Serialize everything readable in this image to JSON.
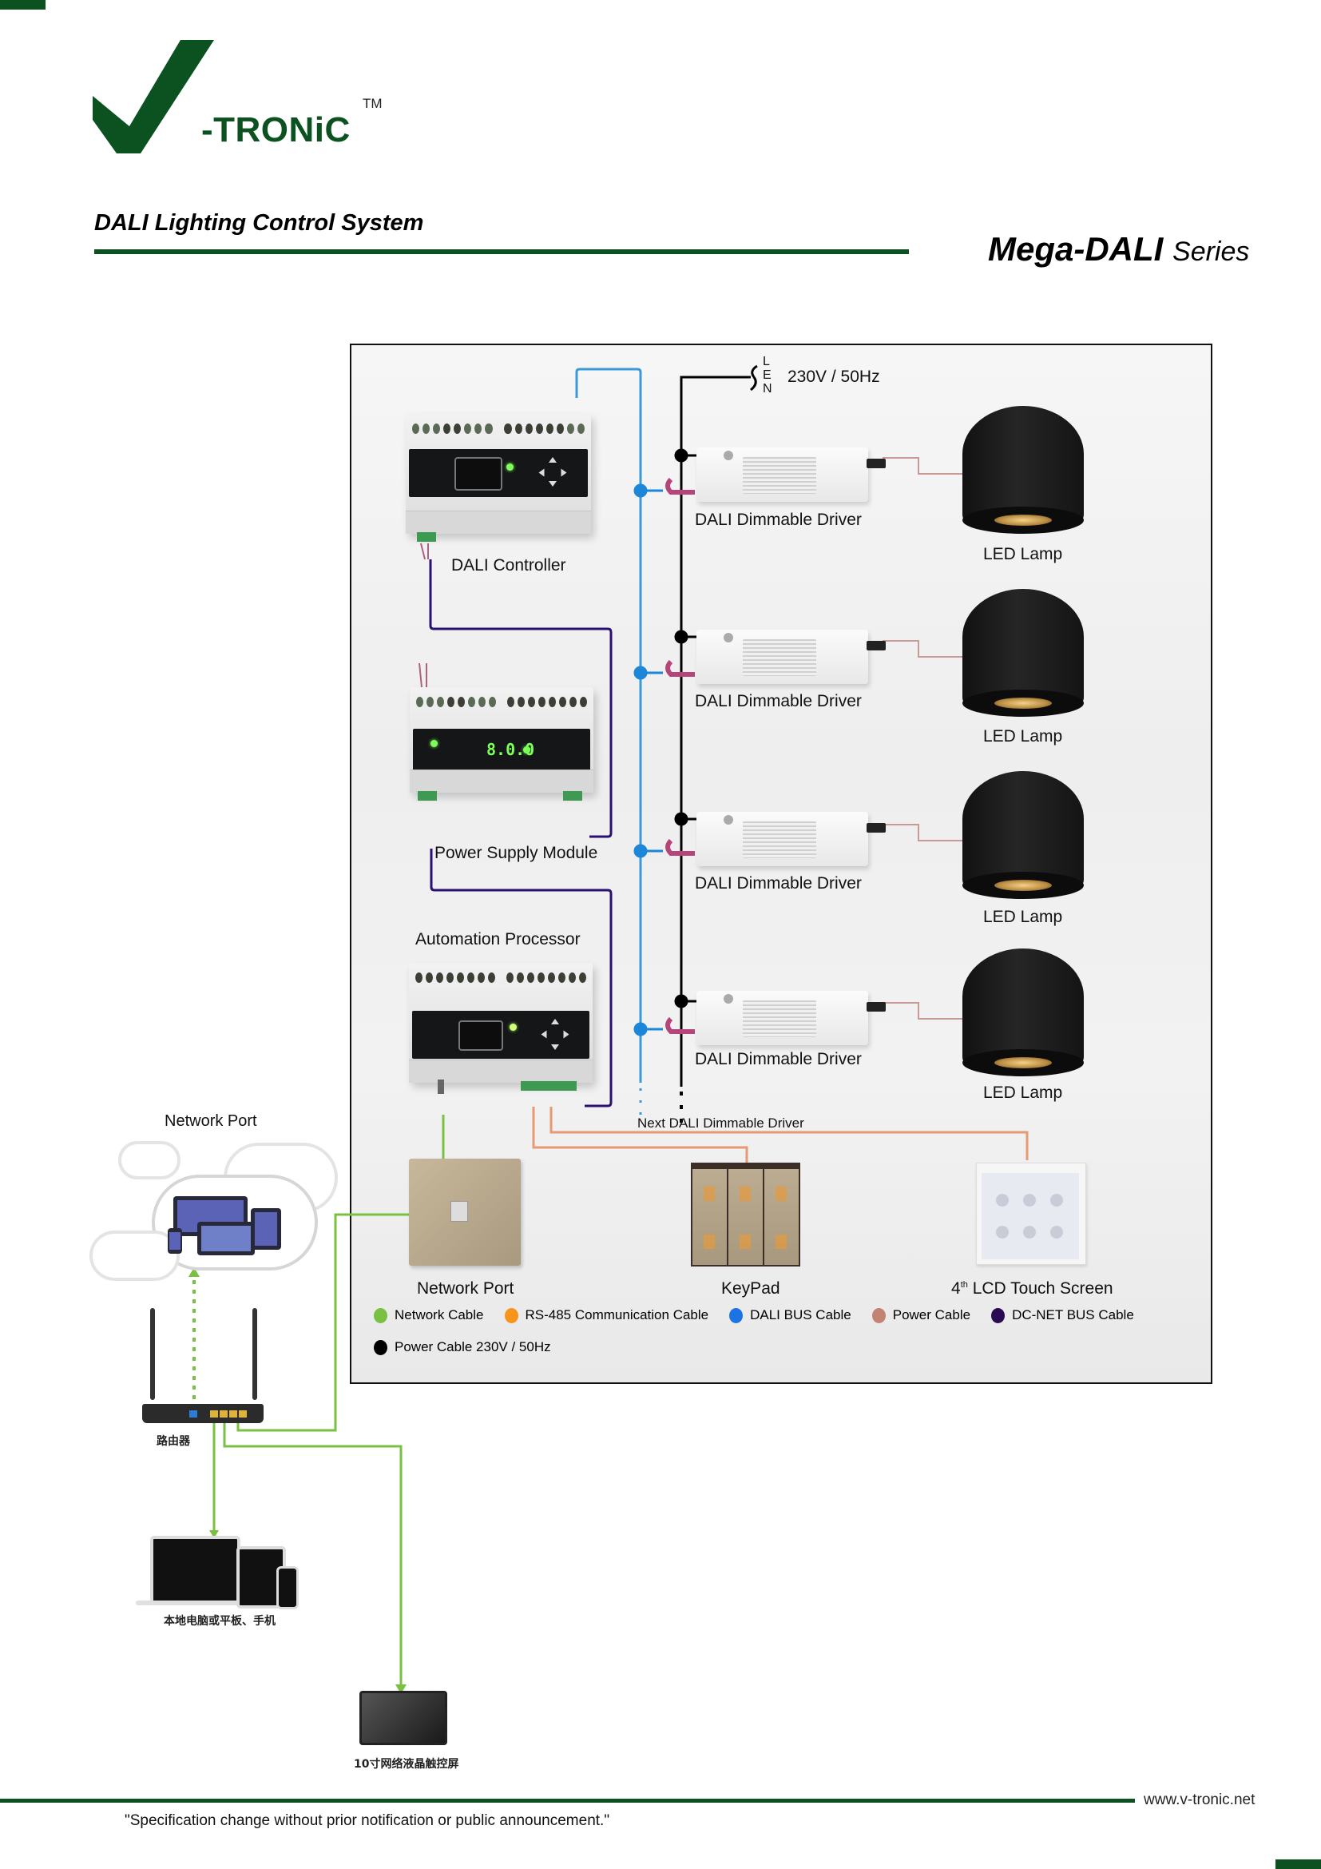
{
  "header": {
    "brand": "-TRONiC",
    "trademark": "TM",
    "subtitle": "DALI Lighting Control System",
    "series_bold": "Mega-DALI",
    "series_light": "Series",
    "brand_color": "#0b5220"
  },
  "diagram": {
    "power_supply_label": "230V / 50Hz",
    "line_letters": [
      "L",
      "E",
      "N"
    ],
    "modules": [
      {
        "label": "DALI Controller"
      },
      {
        "label": "Power Supply Module",
        "display": "8.0.0"
      },
      {
        "label": "Automation Processor"
      }
    ],
    "drivers": [
      {
        "label": "DALI Dimmable Driver"
      },
      {
        "label": "DALI Dimmable Driver"
      },
      {
        "label": "DALI Dimmable Driver"
      },
      {
        "label": "DALI Dimmable Driver"
      }
    ],
    "lamps": [
      {
        "label": "LED Lamp"
      },
      {
        "label": "LED Lamp"
      },
      {
        "label": "LED Lamp"
      },
      {
        "label": "LED Lamp"
      }
    ],
    "next_driver_label": "Next DALI Dimmable Driver",
    "bottom_devices": {
      "network_port": "Network Port",
      "keypad": "KeyPad",
      "lcd_prefix": "4",
      "lcd_sup": "th",
      "lcd_rest": " LCD Touch Screen"
    },
    "legend": [
      {
        "label": "Network Cable",
        "color": "#79c043"
      },
      {
        "label": "RS-485 Communication Cable",
        "color": "#f7941d"
      },
      {
        "label": "DALI BUS Cable",
        "color": "#1c74e4"
      },
      {
        "label": "Power Cable",
        "color": "#c38373"
      },
      {
        "label": "DC-NET BUS Cable",
        "color": "#2a0b52"
      },
      {
        "label": "Power Cable 230V / 50Hz",
        "color": "#000000"
      }
    ],
    "wire_colors": {
      "dali_bus": "#3a9ad9",
      "power_230": "#000000",
      "dcnet": "#2a1070",
      "rs485": "#e49a74",
      "power": "#c79a96",
      "network": "#79c043"
    }
  },
  "network": {
    "title": "Network Port",
    "router_label": "路由器",
    "local_devices_label": "本地电脑或平板、手机",
    "touchscreen_label": "10寸网络液晶触控屏"
  },
  "footer": {
    "url": "www.v-tronic.net",
    "disclaimer": "\"Specification change without prior notification or public announcement.\""
  }
}
